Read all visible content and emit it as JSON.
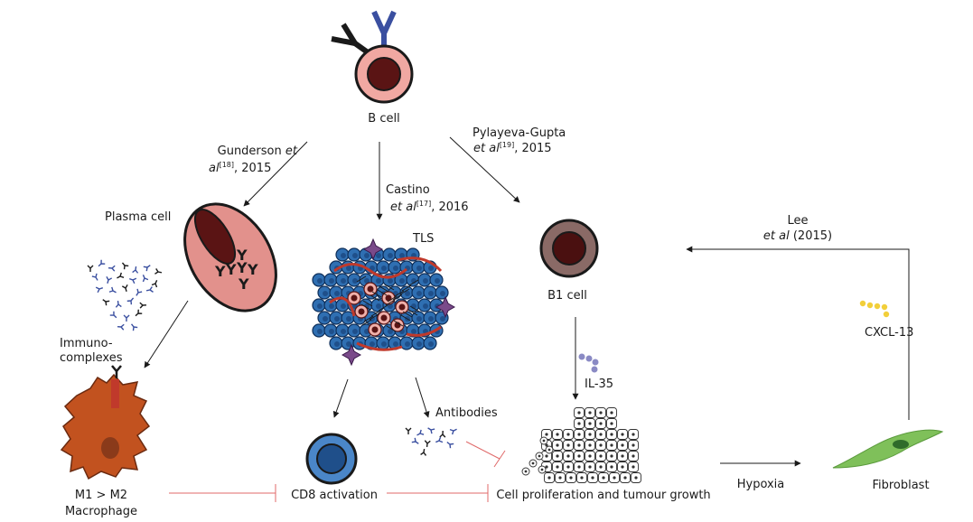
{
  "colors": {
    "b_cell": "#f0a8a2",
    "nucleus": "#5a1414",
    "plasma_cell": "#e2918c",
    "antibody_black": "#1a1a1a",
    "antibody_blue": "#3a4fa0",
    "tls_cell": "#2f6fb2",
    "tls_red": "#c0392b",
    "tls_purple": "#7a4a8a",
    "cd8_outer": "#4a86c8",
    "b1_outer": "#8a6a66",
    "macrophage": "#c2521f",
    "receptor": "#c0392b",
    "fibroblast": "#7fc05a",
    "il35": "#8a8ac4",
    "cxcl13": "#f2cf3a",
    "inhibit": "#e06a6a",
    "arrow": "#1a1a1a"
  },
  "nodes": {
    "b_cell": "B cell",
    "plasma_cell": "Plasma cell",
    "tls": "TLS",
    "b1_cell": "B1 cell",
    "immunocomplexes_line1": "Immuno-",
    "immunocomplexes_line2": "complexes",
    "macrophage_line1": "M1 > M2",
    "macrophage_line2": "Macrophage",
    "cd8": "CD8 activation",
    "antibodies": "Antibodies",
    "il35": "IL-35",
    "tumour": "Cell proliferation and tumour growth",
    "hypoxia": "Hypoxia",
    "fibroblast": "Fibroblast",
    "cxcl13": "CXCL-13"
  },
  "citations": {
    "gunderson": {
      "author": "Gunderson",
      "etal": "et",
      "etal2": "al",
      "ref": "[18]",
      "year": ", 2015"
    },
    "castino": {
      "author": "Castino",
      "etal": "et al",
      "ref": "[17]",
      "year": ", 2016"
    },
    "pylayeva": {
      "author": "Pylayeva-Gupta",
      "etal": "et al",
      "ref": "[19]",
      "year": ", 2015"
    },
    "lee": {
      "author": "Lee",
      "etal": "et al",
      "year": " (2015)"
    }
  }
}
